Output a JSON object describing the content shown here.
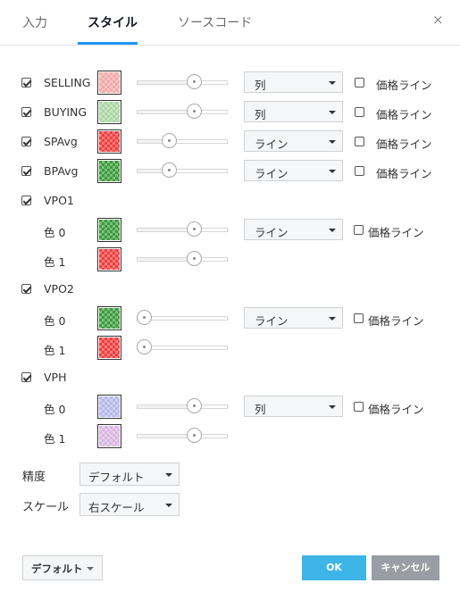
{
  "tabs": {
    "input": "入力",
    "style": "スタイル",
    "source": "ソースコード"
  },
  "close_glyph": "×",
  "price_line_label": "価格ライン",
  "rows": {
    "selling": {
      "label": "SELLING",
      "checked": true,
      "color": "#f2a8a8",
      "slider": 0.65,
      "plot": "列",
      "price_line": false
    },
    "buying": {
      "label": "BUYING",
      "checked": true,
      "color": "#a9d6a1",
      "slider": 0.65,
      "plot": "列",
      "price_line": false
    },
    "spavg": {
      "label": "SPAvg",
      "checked": true,
      "color": "#f23b3b",
      "slider": 0.32,
      "plot": "ライン",
      "price_line": false
    },
    "bpavg": {
      "label": "BPAvg",
      "checked": true,
      "color": "#3a9b3a",
      "slider": 0.32,
      "plot": "ライン",
      "price_line": false
    },
    "vpo1": {
      "label": "VPO1",
      "checked": true
    },
    "vpo1_c0": {
      "label": "色 0",
      "color": "#3a9b3a",
      "slider": 0.65,
      "plot": "ライン",
      "price_line": false
    },
    "vpo1_c1": {
      "label": "色 1",
      "color": "#f23b3b",
      "slider": 0.65
    },
    "vpo2": {
      "label": "VPO2",
      "checked": true
    },
    "vpo2_c0": {
      "label": "色 0",
      "color": "#3a9b3a",
      "slider": 0.0,
      "plot": "ライン",
      "price_line": false
    },
    "vpo2_c1": {
      "label": "色 1",
      "color": "#f23b3b",
      "slider": 0.0
    },
    "vph": {
      "label": "VPH",
      "checked": true
    },
    "vph_c0": {
      "label": "色 0",
      "color": "#b4b8e8",
      "slider": 0.65,
      "plot": "列",
      "price_line": false
    },
    "vph_c1": {
      "label": "色 1",
      "color": "#d9b6e0",
      "slider": 0.65
    }
  },
  "precision": {
    "label": "精度",
    "value": "デフォルト"
  },
  "scale": {
    "label": "スケール",
    "value": "右スケール"
  },
  "footer": {
    "defaults": "デフォルト",
    "ok": "OK",
    "cancel": "キャンセル"
  }
}
